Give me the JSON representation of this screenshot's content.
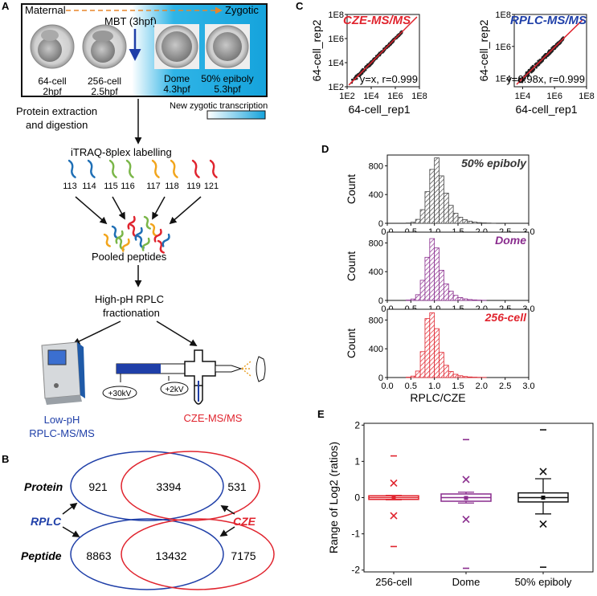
{
  "panel_a": {
    "letter": "A",
    "maternal": "Maternal",
    "zygotic": "Zygotic",
    "mbt": "MBT (3hpf)",
    "stages": [
      {
        "name": "64-cell",
        "time": "2hpf"
      },
      {
        "name": "256-cell",
        "time": "2.5hpf"
      },
      {
        "name": "Dome",
        "time": "4.3hpf"
      },
      {
        "name": "50% epiboly",
        "time": "5.3hpf"
      }
    ],
    "new_transcription": "New zygotic transcription",
    "step1_a": "Protein extraction",
    "step1_b": "and digestion",
    "step2": "iTRAQ-8plex labelling",
    "tags": [
      "113",
      "114",
      "115",
      "116",
      "117",
      "118",
      "119",
      "121"
    ],
    "tag_colors": [
      "#1f6fb5",
      "#1f6fb5",
      "#7ab648",
      "#7ab648",
      "#f2a51c",
      "#f2a51c",
      "#e0242e",
      "#e0242e"
    ],
    "step3": "Pooled peptides",
    "step4_a": "High-pH RPLC",
    "step4_b": "fractionation",
    "voltage1": "+30kV",
    "voltage2": "+2kV",
    "method1_a": "Low-pH",
    "method1_b": "RPLC-MS/MS",
    "method2": "CZE-MS/MS",
    "color_rplc": "#1f3fa8",
    "color_cze": "#e0242e"
  },
  "panel_b": {
    "letter": "B",
    "protein_label": "Protein",
    "peptide_label": "Peptide",
    "rplc_label": "RPLC",
    "cze_label": "CZE",
    "protein_counts": [
      "921",
      "3394",
      "531"
    ],
    "peptide_counts": [
      "8863",
      "13432",
      "7175"
    ]
  },
  "panel_c": {
    "letter": "C",
    "plots": [
      {
        "title": "CZE-MS/MS",
        "ylabel": "64-cell_rep2",
        "xlabel": "64-cell_rep1",
        "fit": "y=x, r=0.999",
        "xticks": [
          "1E2",
          "1E4",
          "1E6",
          "1E8"
        ],
        "yticks": [
          "1E2",
          "1E4",
          "1E6",
          "1E8"
        ]
      },
      {
        "title": "RPLC-MS/MS",
        "ylabel": "64-cell_rep2",
        "xlabel": "64-cell_rep1",
        "fit": "y=0.98x, r=0.999",
        "xticks": [
          "1E4",
          "1E6",
          "1E8"
        ],
        "yticks": [
          "1E4",
          "1E6",
          "1E8"
        ]
      }
    ]
  },
  "panel_d": {
    "letter": "D",
    "xlabel": "RPLC/CZE",
    "ylabel": "Count",
    "xticks": [
      "0.0",
      "0.5",
      "1.0",
      "1.5",
      "2.0",
      "2.5",
      "3.0"
    ],
    "yticks": [
      "0",
      "400",
      "800"
    ]
  },
  "panel_e": {
    "letter": "E",
    "ylabel": "Range of Log2 (ratios)",
    "yticks": [
      "-2",
      "-1",
      "0",
      "1",
      "2"
    ]
  },
  "chart_data": [
    {
      "type": "scatter",
      "title": "CZE-MS/MS",
      "xlabel": "64-cell_rep1",
      "ylabel": "64-cell_rep2",
      "log_scale": true,
      "xlim": [
        100,
        100000000
      ],
      "ylim": [
        100,
        100000000
      ],
      "fit": {
        "slope": 1.0,
        "r": 0.999
      },
      "color": "#e0242e"
    },
    {
      "type": "scatter",
      "title": "RPLC-MS/MS",
      "xlabel": "64-cell_rep1",
      "ylabel": "64-cell_rep2",
      "log_scale": true,
      "xlim": [
        3000,
        100000000
      ],
      "ylim": [
        3000,
        100000000
      ],
      "fit": {
        "slope": 0.98,
        "r": 0.999
      },
      "color": "#1f3fa8"
    },
    {
      "type": "bar",
      "title": "50% epiboly",
      "xlabel": "RPLC/CZE",
      "ylabel": "Count",
      "xlim": [
        0,
        3
      ],
      "ylim": [
        0,
        950
      ],
      "bin_width": 0.1,
      "bin_start": 0.4,
      "values": [
        5,
        15,
        55,
        190,
        440,
        750,
        910,
        660,
        420,
        250,
        140,
        85,
        50,
        30,
        18,
        10,
        6,
        4,
        2
      ],
      "color": "#444444"
    },
    {
      "type": "bar",
      "title": "Dome",
      "xlabel": "RPLC/CZE",
      "ylabel": "Count",
      "xlim": [
        0,
        3
      ],
      "ylim": [
        0,
        950
      ],
      "bin_width": 0.1,
      "bin_start": 0.4,
      "values": [
        5,
        20,
        80,
        280,
        600,
        860,
        730,
        420,
        230,
        130,
        70,
        40,
        22,
        12,
        7,
        4,
        2
      ],
      "color": "#8a2d8e"
    },
    {
      "type": "bar",
      "title": "256-cell",
      "xlabel": "RPLC/CZE",
      "ylabel": "Count",
      "xlim": [
        0,
        3
      ],
      "ylim": [
        0,
        950
      ],
      "bin_width": 0.1,
      "bin_start": 0.4,
      "values": [
        5,
        20,
        90,
        360,
        820,
        900,
        680,
        350,
        170,
        85,
        45,
        25,
        14,
        8,
        5,
        3,
        2
      ],
      "color": "#e0242e"
    },
    {
      "type": "box",
      "categories": [
        "256-cell",
        "Dome",
        "50% epiboly"
      ],
      "ylim": [
        -2.05,
        2.05
      ],
      "series": [
        {
          "name": "256-cell",
          "color": "#e0242e",
          "q1": -0.05,
          "median": 0.0,
          "q3": 0.05,
          "mean": -0.01,
          "whisker_low": -0.06,
          "whisker_high": 0.06,
          "pct99_high": 0.4,
          "pct1_low": -0.5,
          "max": 1.15,
          "min": -1.35
        },
        {
          "name": "Dome",
          "color": "#8a2d8e",
          "q1": -0.1,
          "median": 0.0,
          "q3": 0.1,
          "mean": -0.01,
          "whisker_low": -0.15,
          "whisker_high": 0.15,
          "pct99_high": 0.5,
          "pct1_low": -0.6,
          "max": 1.6,
          "min": -1.95
        },
        {
          "name": "50% epiboly",
          "color": "#111111",
          "q1": -0.12,
          "median": 0.0,
          "q3": 0.13,
          "mean": 0.0,
          "whisker_low": -0.45,
          "whisker_high": 0.52,
          "pct99_high": 0.72,
          "pct1_low": -0.73,
          "max": 1.87,
          "min": -1.92
        }
      ]
    }
  ]
}
